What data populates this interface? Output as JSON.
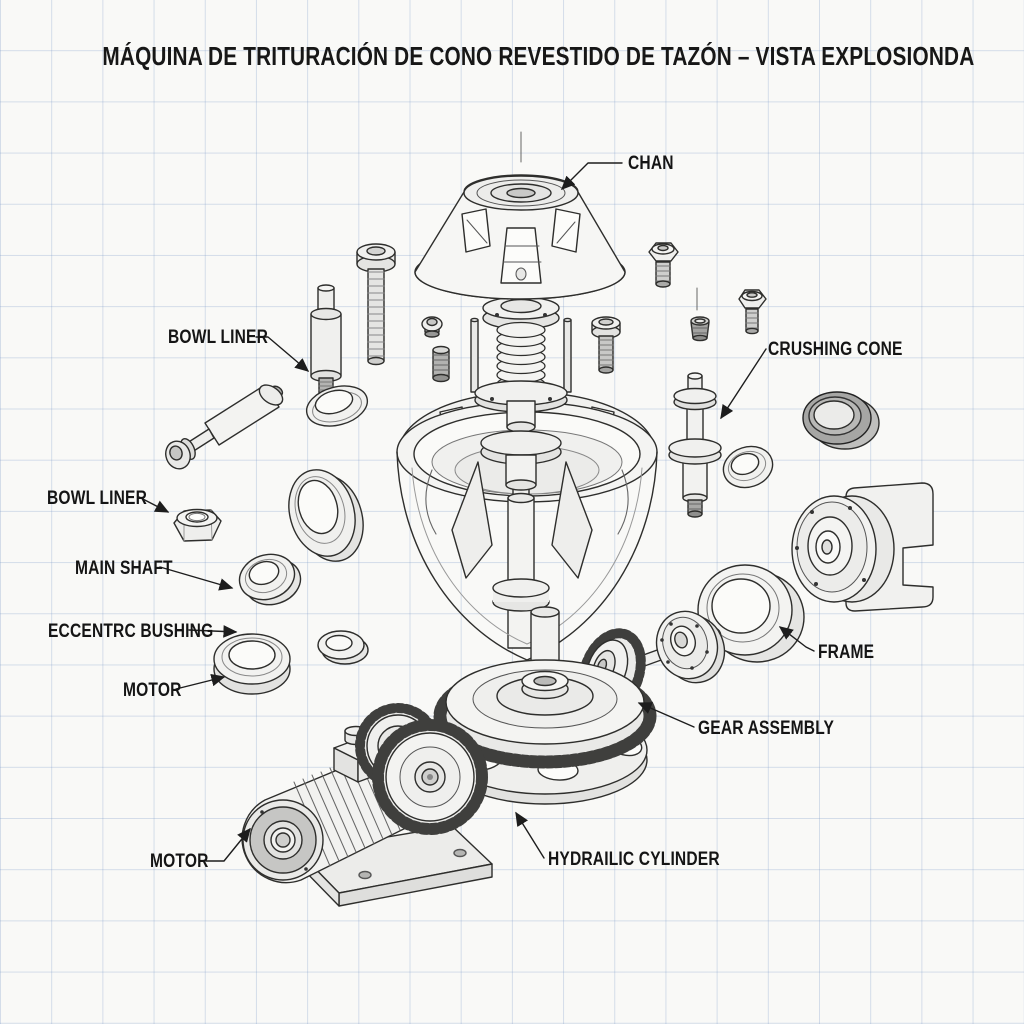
{
  "title": "MÁQUINA DE TRITURACIÓN DE CONO REVESTIDO DE TAZÓN – VISTA EXPLOSIONDA",
  "labels": {
    "chan": "CHAN",
    "bowl_liner_top": "BOWL LINER",
    "crushing_cone": "CRUSHING CONE",
    "bowl_liner_left": "BOWL LINER",
    "main_shaft": "MAIN SHAFT",
    "eccentric_bushing": "ECCENTRC BUSHING",
    "motor_left": "MOTOR",
    "frame": "FRAME",
    "gear_assembly": "GEAR ASSEMBLY",
    "motor_bottom": "MOTOR",
    "hydraulic_cylinder": "HYDRAILIC CYLINDER"
  },
  "colors": {
    "paper": "#f9f9f7",
    "grid": "#aec3de",
    "ink": "#2b2b2b"
  }
}
